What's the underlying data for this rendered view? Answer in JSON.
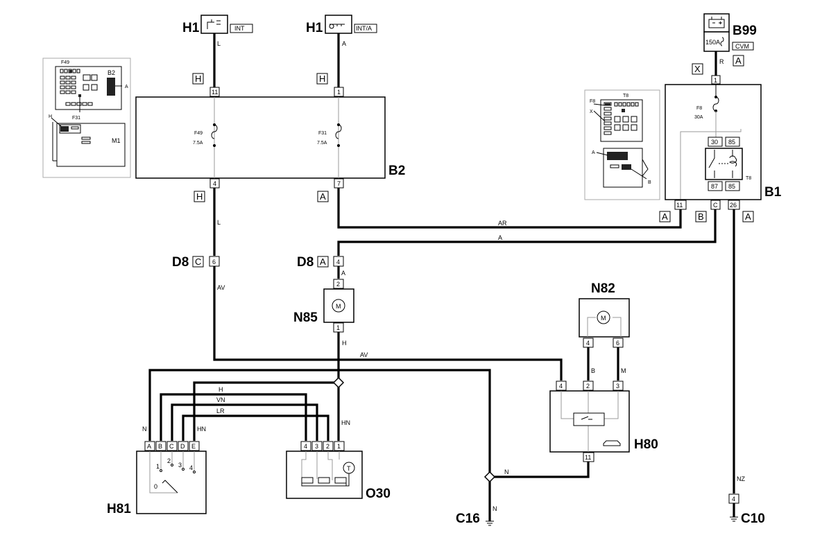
{
  "components": {
    "h1_left": {
      "code": "H1",
      "tag": "INT"
    },
    "h1_right": {
      "code": "H1",
      "tag": "INT/A"
    },
    "b99": {
      "code": "B99",
      "fuse": "150A",
      "tag": "CVM",
      "conn": "A"
    },
    "b2": {
      "code": "B2"
    },
    "b1": {
      "code": "B1"
    },
    "d8_left": {
      "code": "D8",
      "conn": "C",
      "pin": "6"
    },
    "d8_right": {
      "code": "D8",
      "conn": "A",
      "pin": "4"
    },
    "n85": {
      "code": "N85",
      "pin_top": "2",
      "pin_bottom": "1"
    },
    "n82": {
      "code": "N82",
      "pin_left": "4",
      "pin_right": "6"
    },
    "h80": {
      "code": "H80",
      "pins": [
        "4",
        "2",
        "3"
      ],
      "pin_bottom": "11"
    },
    "h81": {
      "code": "H81",
      "pins": [
        "A",
        "B",
        "C",
        "D",
        "E"
      ],
      "positions": [
        "1",
        "2",
        "3",
        "4"
      ],
      "zero": "0"
    },
    "o30": {
      "code": "O30",
      "pins": [
        "4",
        "3",
        "2",
        "1"
      ],
      "sensor": "T"
    },
    "c16": {
      "code": "C16",
      "wire": "N"
    },
    "c10": {
      "code": "C10",
      "pin": "4"
    },
    "m1": {
      "code": "M1"
    }
  },
  "fuses": {
    "f49": {
      "name": "F49",
      "rating": "7.5A"
    },
    "f31": {
      "name": "F31",
      "rating": "7.5A"
    },
    "f8": {
      "name": "F8",
      "rating": "30A"
    }
  },
  "relay": {
    "name": "T8",
    "pins": [
      "30",
      "85",
      "87",
      "85"
    ]
  },
  "connectors": {
    "b2_in_left": {
      "conn": "H",
      "pin": "11"
    },
    "b2_in_right": {
      "conn": "H",
      "pin": "1"
    },
    "b2_out_left": {
      "conn": "H",
      "pin": "4"
    },
    "b2_out_right": {
      "conn": "A",
      "pin": "7"
    },
    "b1_in": {
      "conn": "X",
      "pin": "1"
    },
    "b1_out": [
      {
        "conn": "A",
        "pin": "11"
      },
      {
        "conn": "B",
        "pin": "C"
      },
      {
        "conn": "A",
        "pin": "26"
      }
    ]
  },
  "wires": {
    "L_top": "L",
    "A_top": "A",
    "R": "R",
    "L_mid": "L",
    "AR": "AR",
    "A_long": "A",
    "AV_left": "AV",
    "A_d8": "A",
    "H_n85": "H",
    "AV_mid": "AV",
    "H_bus": "H",
    "VN": "VN",
    "LR": "LR",
    "HN_left": "HN",
    "HN_right": "HN",
    "N_left": "N",
    "B": "B",
    "M": "M",
    "N_h80": "N",
    "NZ": "NZ"
  },
  "inset_left": {
    "f49": "F49",
    "b2": "B2",
    "a": "A",
    "h": "H",
    "f31": "F31"
  },
  "inset_right": {
    "t8": "T8",
    "f8": "F8",
    "x": "X",
    "a": "A",
    "b": "B"
  }
}
